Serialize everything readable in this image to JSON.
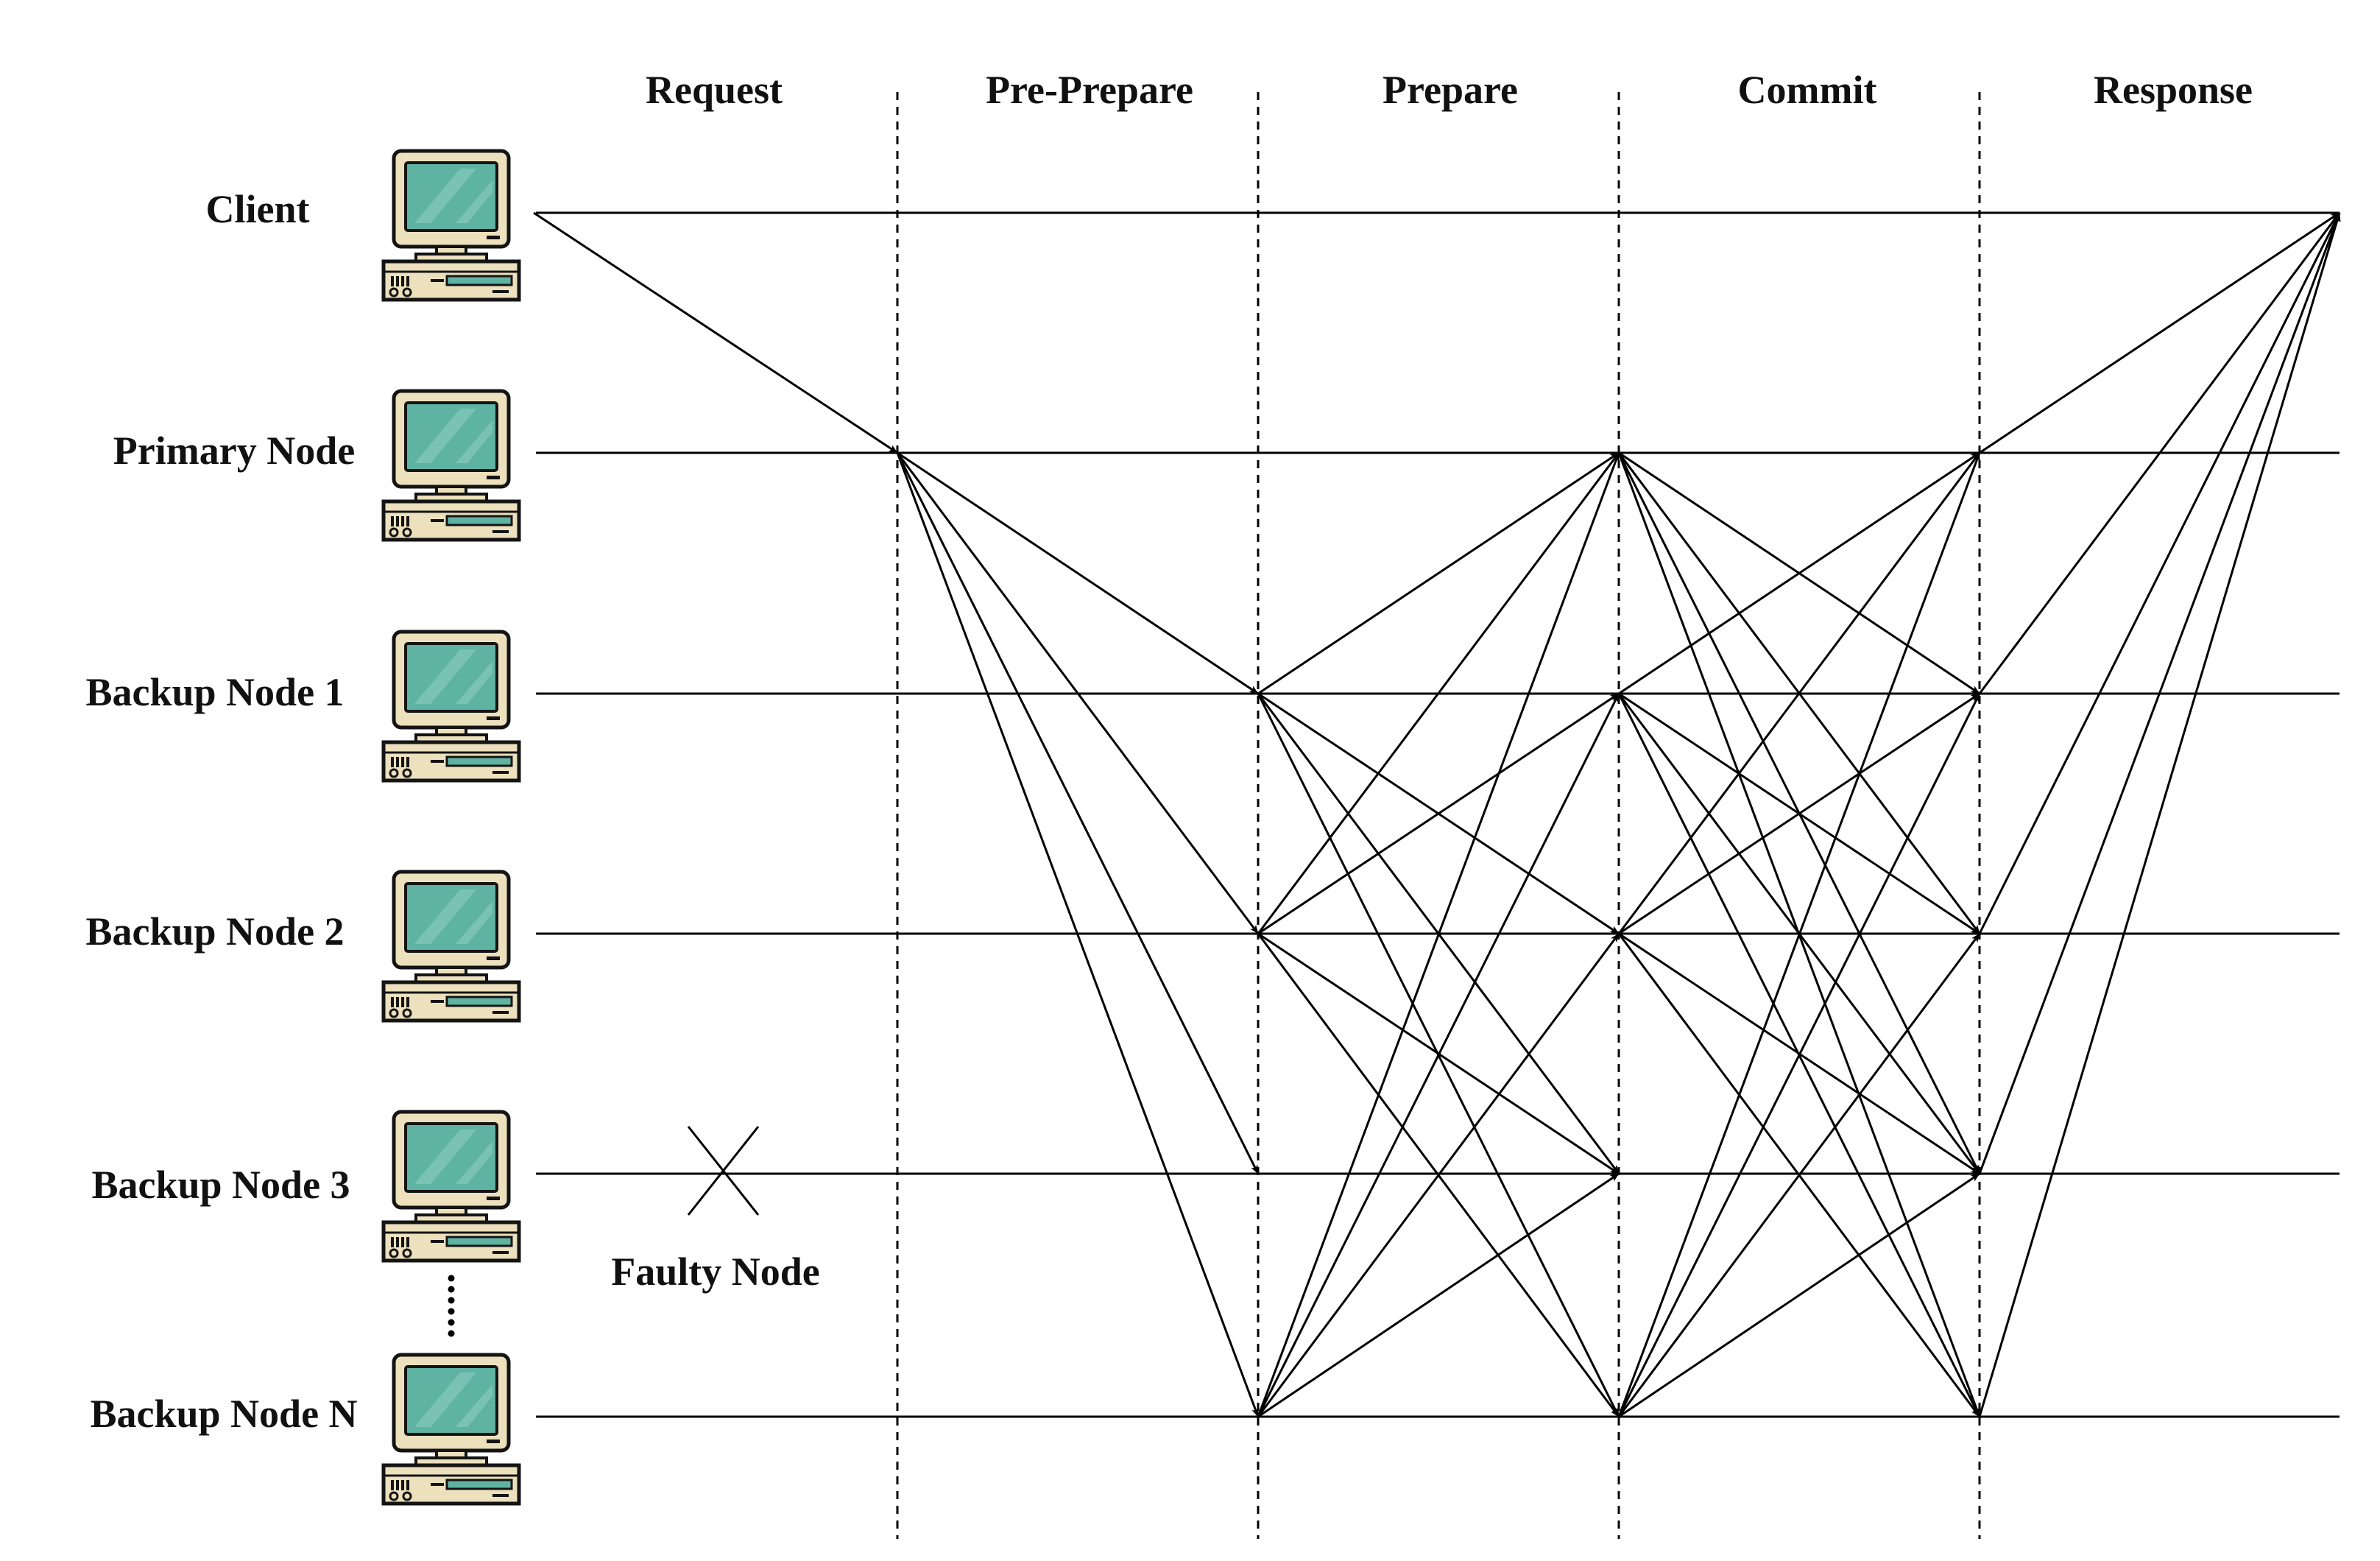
{
  "phases": [
    "Request",
    "Pre-Prepare",
    "Prepare",
    "Commit",
    "Response"
  ],
  "nodes": [
    {
      "label": "Client"
    },
    {
      "label": "Primary Node"
    },
    {
      "label": "Backup Node 1"
    },
    {
      "label": "Backup Node 2"
    },
    {
      "label": "Backup Node 3"
    },
    {
      "label": "Backup Node N"
    }
  ],
  "faulty_label": "Faulty Node",
  "faulty_node_index": 4,
  "icon": "desktop-computer-icon",
  "colors": {
    "line": "#000000",
    "screen": "#5fb3a3",
    "case": "#ece0bd",
    "outline": "#141414"
  }
}
